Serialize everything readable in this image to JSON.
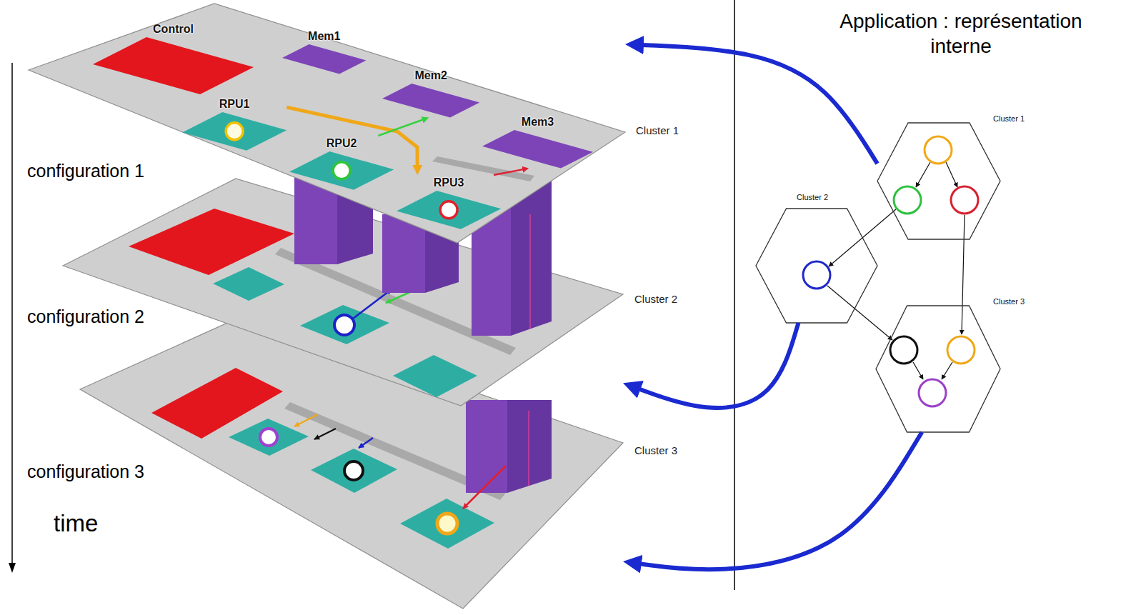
{
  "diagram": {
    "nodes": [
      {
        "text": [
          "Cluster 1"
        ]
      },
      {
        "text": [
          "Control"
        ],
        "in": 0
      },
      {
        "text": [
          "Mem1"
        ],
        "in": 0
      },
      {
        "text": [
          "Mem2"
        ],
        "in": 0
      },
      {
        "text": [
          "Mem3"
        ],
        "in": 0
      },
      {
        "text": [
          "RPU1"
        ],
        "in": 0
      },
      {
        "text": [
          "RPU2"
        ],
        "in": 0
      },
      {
        "text": [
          "RPU3"
        ],
        "in": 0
      },
      {
        "text": [
          "Cluster 2"
        ]
      },
      {
        "text": [
          "Cluster 3"
        ]
      },
      {
        "text": [
          "Cluster 1"
        ]
      },
      {
        "text": [
          "Cluster 2"
        ]
      },
      {
        "text": [
          "Cluster 3"
        ]
      }
    ],
    "edges": [
      {
        "from": 5,
        "to": 7,
        "arrow": "to"
      },
      {
        "from": 6,
        "to": 3,
        "arrow": "to"
      },
      {
        "from": 7,
        "to": 4,
        "arrow": "to"
      },
      {
        "from": 10,
        "to": 0,
        "arrow": "to"
      },
      {
        "from": 11,
        "to": 8,
        "arrow": "to"
      },
      {
        "from": 12,
        "to": 9,
        "arrow": "to"
      }
    ],
    "labels": [
      "configuration 1",
      "configuration 2",
      "configuration 3",
      "time",
      "Application : représentation interne"
    ]
  }
}
